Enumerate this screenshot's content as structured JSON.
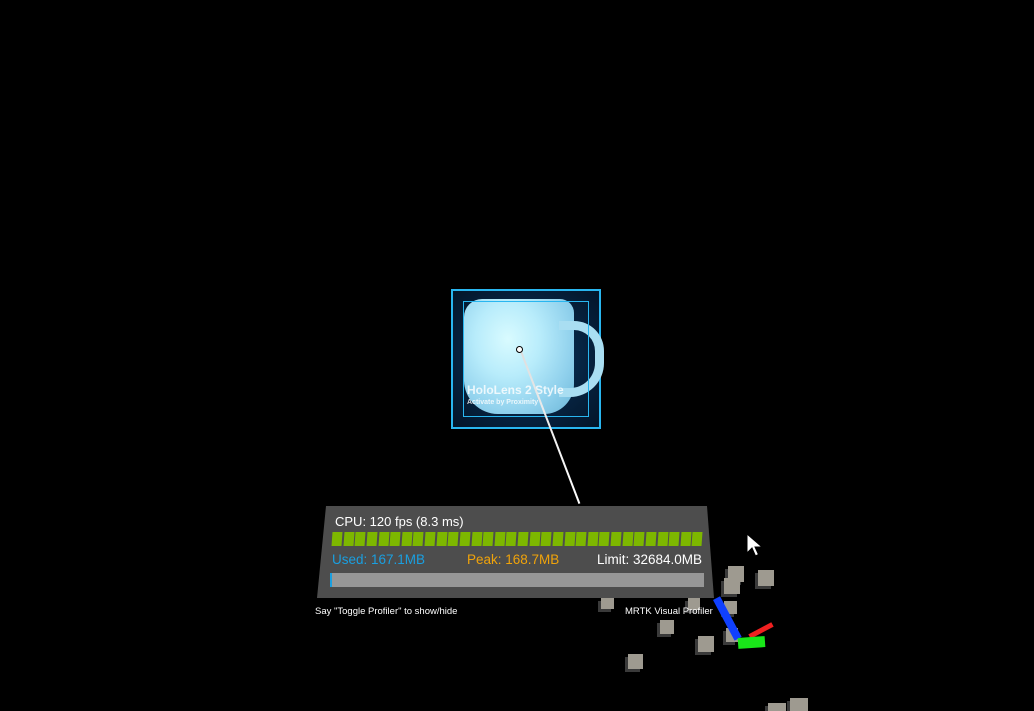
{
  "scene": {
    "background": "#000000",
    "hologram": {
      "title": "HoloLens 2 Style",
      "subtitle": "Activate by Proximity",
      "object": "coffee-mug",
      "frame_color": "#29b6f0"
    }
  },
  "profiler": {
    "cpu_label": "CPU: 120 fps (8.3 ms)",
    "frame_bar_count": 32,
    "frame_bar_color": "#7db700",
    "memory": {
      "used_label": "Used: 167.1MB",
      "peak_label": "Peak: 168.7MB",
      "limit_label": "Limit: 32684.0MB",
      "used_color": "#1a9fe0",
      "peak_color": "#f0a30a",
      "limit_color": "#ffffff"
    },
    "hint_left": "Say \"Toggle Profiler\" to show/hide",
    "hint_right": "MRTK Visual Profiler"
  },
  "icons": {
    "cursor": "mouse-pointer-icon",
    "gizmo": "transform-axes-icon",
    "pointer": "hand-ray-pointer"
  }
}
